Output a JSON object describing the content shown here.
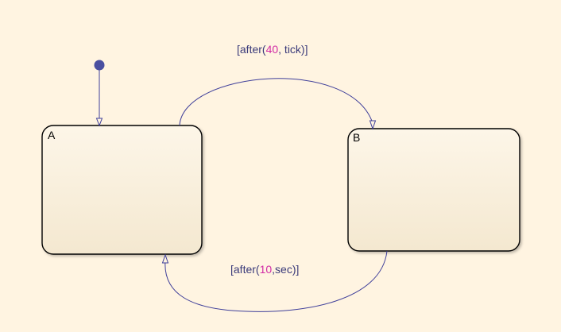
{
  "diagram": {
    "states": [
      {
        "id": "A",
        "name": "A"
      },
      {
        "id": "B",
        "name": "B"
      }
    ],
    "transitions": [
      {
        "from": "A",
        "to": "B",
        "label": {
          "open": "[after(",
          "arg": "40",
          "rest": ", tick)]"
        }
      },
      {
        "from": "B",
        "to": "A",
        "label": {
          "open": "[after(",
          "arg": "10",
          "rest": ",sec)]"
        }
      }
    ],
    "default_transition": {
      "to": "A"
    }
  },
  "colors": {
    "background": "#fff4e1",
    "state_fill_top": "#fdf6e8",
    "state_fill_bottom": "#f5e9d2",
    "state_stroke": "#000000",
    "transition": "#3f3f9a",
    "label_text": "#3a3a7a",
    "label_arg": "#d12ca6",
    "default_dot": "#4a4fa0"
  }
}
